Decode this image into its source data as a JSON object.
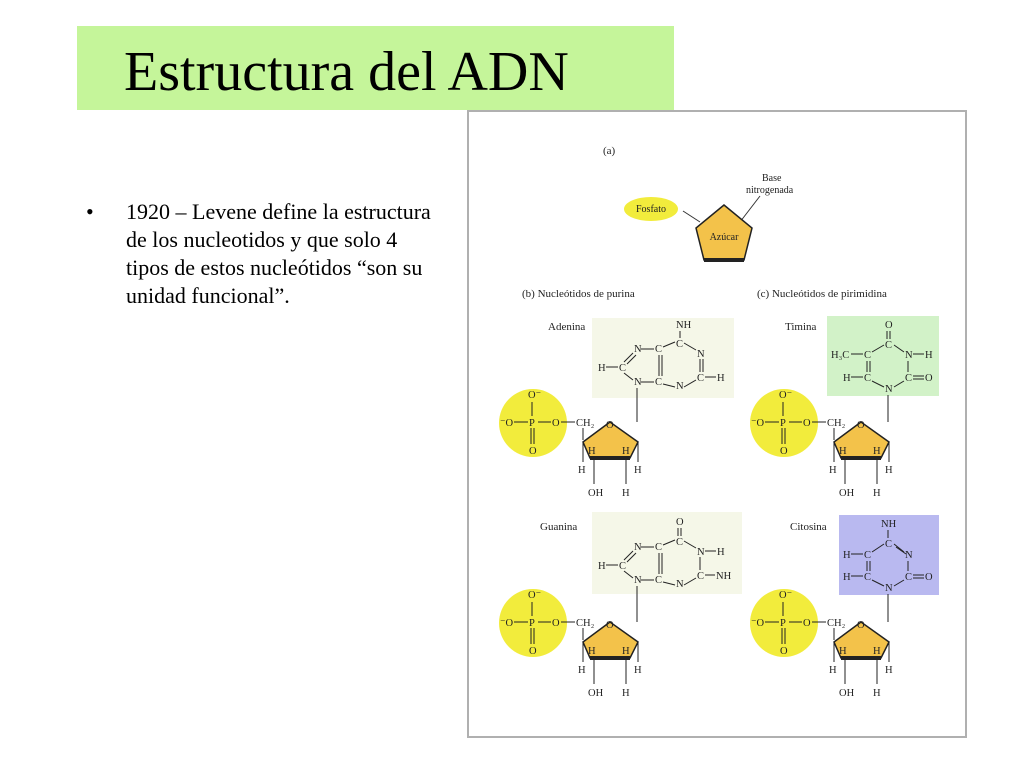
{
  "slide": {
    "title": "Estructura del ADN",
    "bullet_symbol": "•",
    "bullet_text": "1920 – Levene define la estructura de los nucleotidos y que solo 4 tipos de estos nucleótidos “son su unidad funcional”."
  },
  "figure": {
    "panel_a": {
      "label": "(a)",
      "base_label": [
        "Base",
        "nitrogenada"
      ],
      "fosfato": "Fosfato",
      "azucar": "Azúcar"
    },
    "panel_b_title": "(b)  Nucleótidos de purina",
    "panel_c_title": "(c)  Nucleótidos de pirimidina",
    "nucleotides": {
      "adenina": "Adenina",
      "timina": "Timina",
      "guanina": "Guanina",
      "citosina": "Citosina"
    },
    "colors": {
      "title_bg": "#c5f59a",
      "phosphate": "#f2ec3c",
      "sugar": "#f3c24a",
      "purine_bg": "#f5f7e8",
      "thymine_bg": "#d2f2c8",
      "cytosine_bg": "#b9b9f0"
    }
  }
}
